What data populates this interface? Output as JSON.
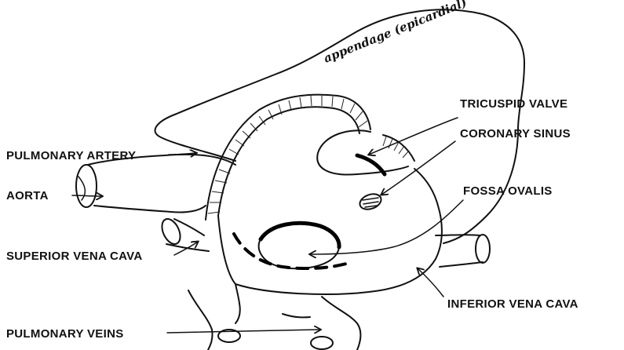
{
  "diagram": {
    "script_label": "appendage (epicardial)",
    "labels": {
      "tricuspid_valve": "TRICUSPID VALVE",
      "coronary_sinus": "CORONARY SINUS",
      "fossa_ovalis": "FOSSA OVALIS",
      "pulmonary_artery": "PULMONARY ARTERY",
      "aorta": "AORTA",
      "superior_vena_cava": "SUPERIOR VENA CAVA",
      "inferior_vena_cava": "INFERIOR VENA CAVA",
      "pulmonary_veins": "PULMONARY VEINS"
    },
    "colors": {
      "ink": "#111111",
      "background": "#ffffff"
    }
  }
}
